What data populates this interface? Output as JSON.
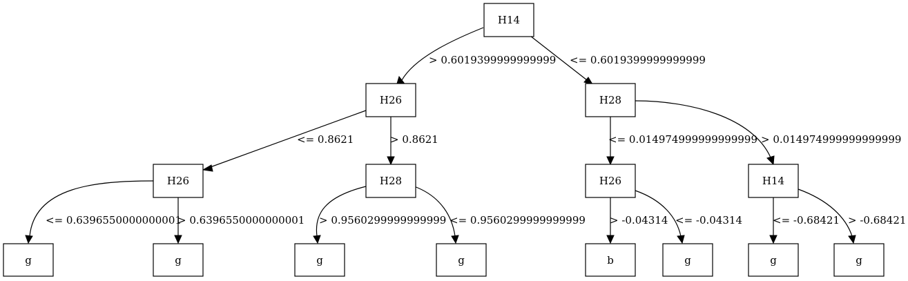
{
  "diagram": {
    "nodes": [
      {
        "id": "n0",
        "label": "H14"
      },
      {
        "id": "n1",
        "label": "H26"
      },
      {
        "id": "n2",
        "label": "H28"
      },
      {
        "id": "n3",
        "label": "H26"
      },
      {
        "id": "n4",
        "label": "H28"
      },
      {
        "id": "n5",
        "label": "H26"
      },
      {
        "id": "n6",
        "label": "H14"
      },
      {
        "id": "n7",
        "label": "g"
      },
      {
        "id": "n8",
        "label": "g"
      },
      {
        "id": "n9",
        "label": "g"
      },
      {
        "id": "n10",
        "label": "g"
      },
      {
        "id": "n11",
        "label": "b"
      },
      {
        "id": "n12",
        "label": "g"
      },
      {
        "id": "n13",
        "label": "g"
      },
      {
        "id": "n14",
        "label": "g"
      }
    ],
    "edges": [
      {
        "id": "e0",
        "from": "n0",
        "to": "n1",
        "label": "> 0.6019399999999999"
      },
      {
        "id": "e1",
        "from": "n0",
        "to": "n2",
        "label": "<= 0.6019399999999999"
      },
      {
        "id": "e2",
        "from": "n1",
        "to": "n3",
        "label": "<= 0.8621"
      },
      {
        "id": "e3",
        "from": "n1",
        "to": "n4",
        "label": "> 0.8621"
      },
      {
        "id": "e4",
        "from": "n2",
        "to": "n5",
        "label": "<= 0.014974999999999999"
      },
      {
        "id": "e5",
        "from": "n2",
        "to": "n6",
        "label": "> 0.014974999999999999"
      },
      {
        "id": "e6",
        "from": "n3",
        "to": "n7",
        "label": "<= 0.6396550000000001"
      },
      {
        "id": "e7",
        "from": "n3",
        "to": "n8",
        "label": "> 0.6396550000000001"
      },
      {
        "id": "e8",
        "from": "n4",
        "to": "n9",
        "label": "> 0.9560299999999999"
      },
      {
        "id": "e9",
        "from": "n4",
        "to": "n10",
        "label": "<= 0.9560299999999999"
      },
      {
        "id": "e10",
        "from": "n5",
        "to": "n11",
        "label": "> -0.04314"
      },
      {
        "id": "e11",
        "from": "n5",
        "to": "n12",
        "label": "<= -0.04314"
      },
      {
        "id": "e12",
        "from": "n6",
        "to": "n13",
        "label": "<= -0.68421"
      },
      {
        "id": "e13",
        "from": "n6",
        "to": "n14",
        "label": "> -0.68421"
      }
    ]
  }
}
